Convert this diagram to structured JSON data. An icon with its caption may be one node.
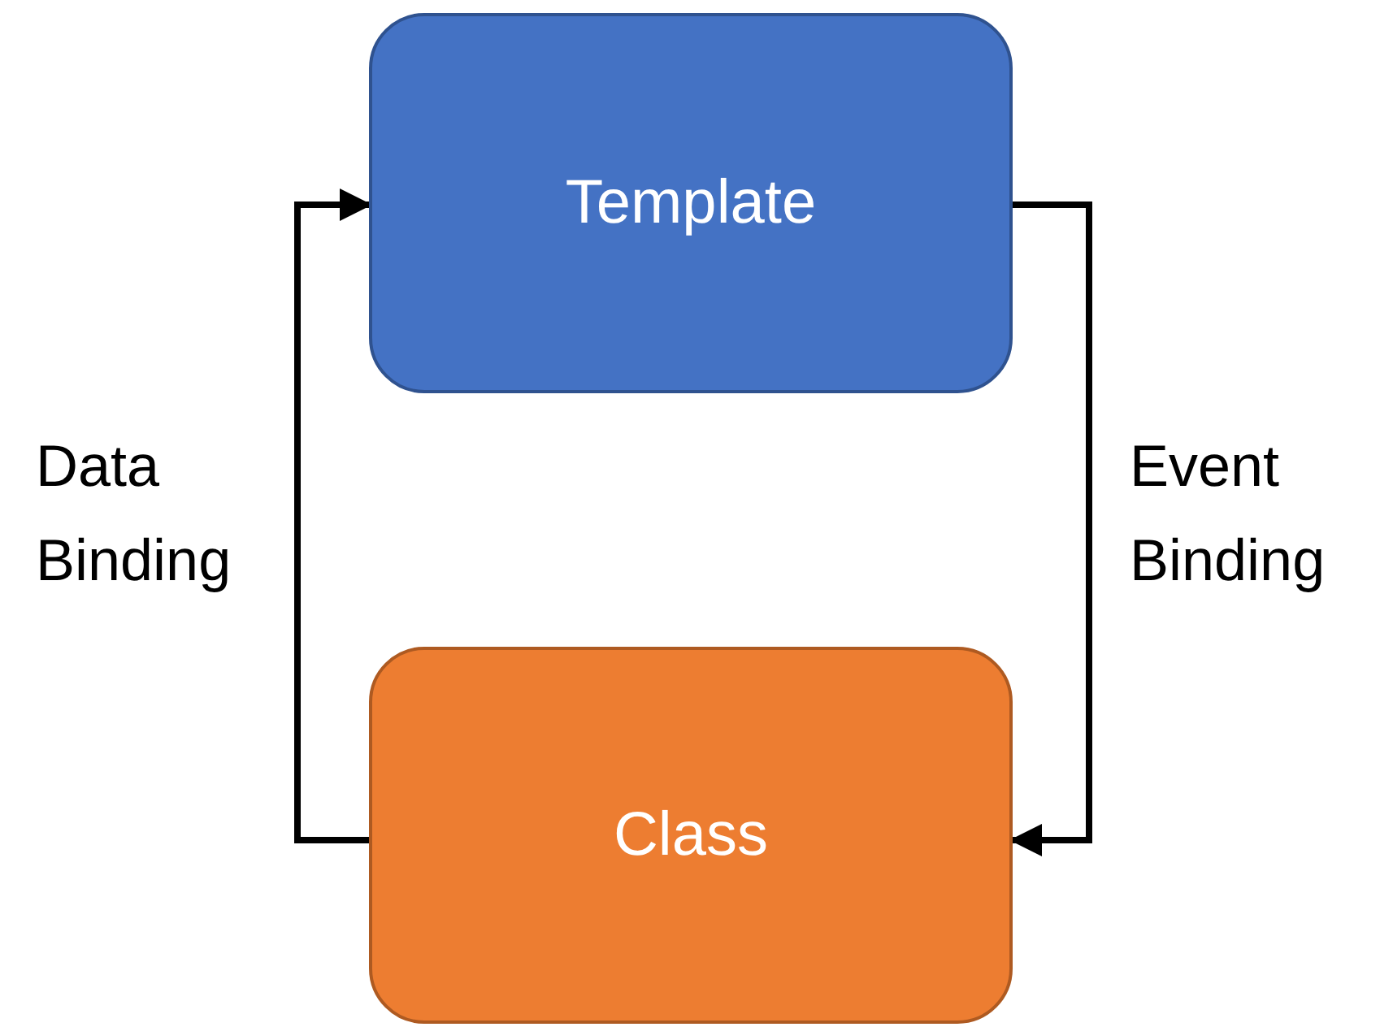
{
  "diagram": {
    "nodes": [
      {
        "text": [
          "Template"
        ]
      },
      {
        "text": [
          "Class"
        ]
      }
    ],
    "edges": [
      {
        "from": 1,
        "to": 0,
        "arrow": "to",
        "label": "Data Binding"
      },
      {
        "from": 0,
        "to": 1,
        "arrow": "to",
        "label": "Event Binding"
      }
    ]
  }
}
